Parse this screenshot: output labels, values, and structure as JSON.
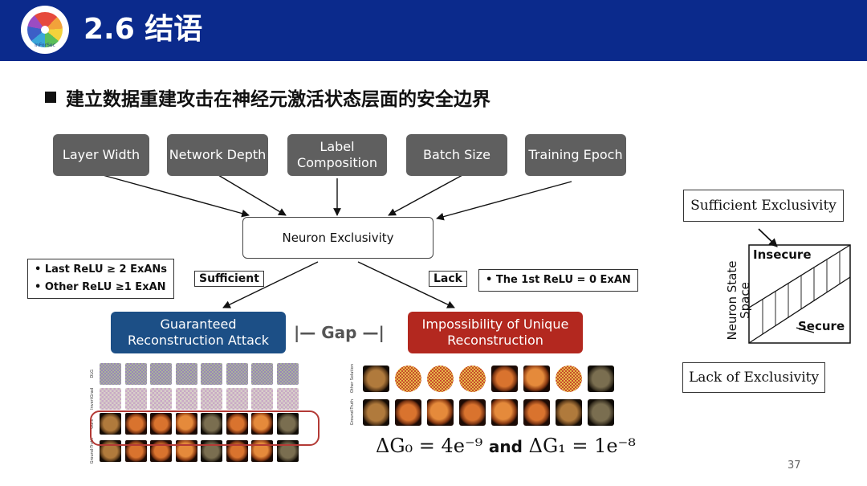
{
  "header": {
    "title": "2.6 结语",
    "logo_text": "InForSec",
    "background": "#0b2a8c"
  },
  "bullet": "建立数据重建攻击在神经元激活状态层面的安全边界",
  "factors": [
    "Layer Width",
    "Network Depth",
    "Label Composition",
    "Batch Size",
    "Training Epoch"
  ],
  "center_node": "Neuron Exclusivity",
  "left_conditions": [
    "Last ReLU ≥ 2 ExANs",
    "Other ReLU ≥1 ExAN"
  ],
  "right_condition": "The 1st ReLU = 0 ExAN",
  "tags": {
    "sufficient": "Sufficient",
    "lack": "Lack"
  },
  "outcomes": {
    "guaranteed": "Guaranteed Reconstruction Attack",
    "impossibility": "Impossibility of Unique Reconstruction",
    "guaranteed_color": "#1c4f86",
    "impossibility_color": "#b3281f"
  },
  "gap_label": "|— Gap —|",
  "left_grid": {
    "row_labels": [
      "DLG",
      "InvertGrad",
      "Ours",
      "Ground-Truth"
    ]
  },
  "right_grid": {
    "row_labels": [
      "Other Solution",
      "Ground-Truth"
    ]
  },
  "formula": {
    "part1": "ΔG₀ = 4e⁻⁹",
    "and": "and",
    "part2": "ΔG₁ = 1e⁻⁸"
  },
  "right_diagram": {
    "top_box": "Sufficient Exclusivity",
    "bottom_box": "Lack of Exclusivity",
    "axis_label": "Neuron State Space",
    "insecure": "Insecure",
    "secure": "Secure"
  },
  "page_number": "37"
}
